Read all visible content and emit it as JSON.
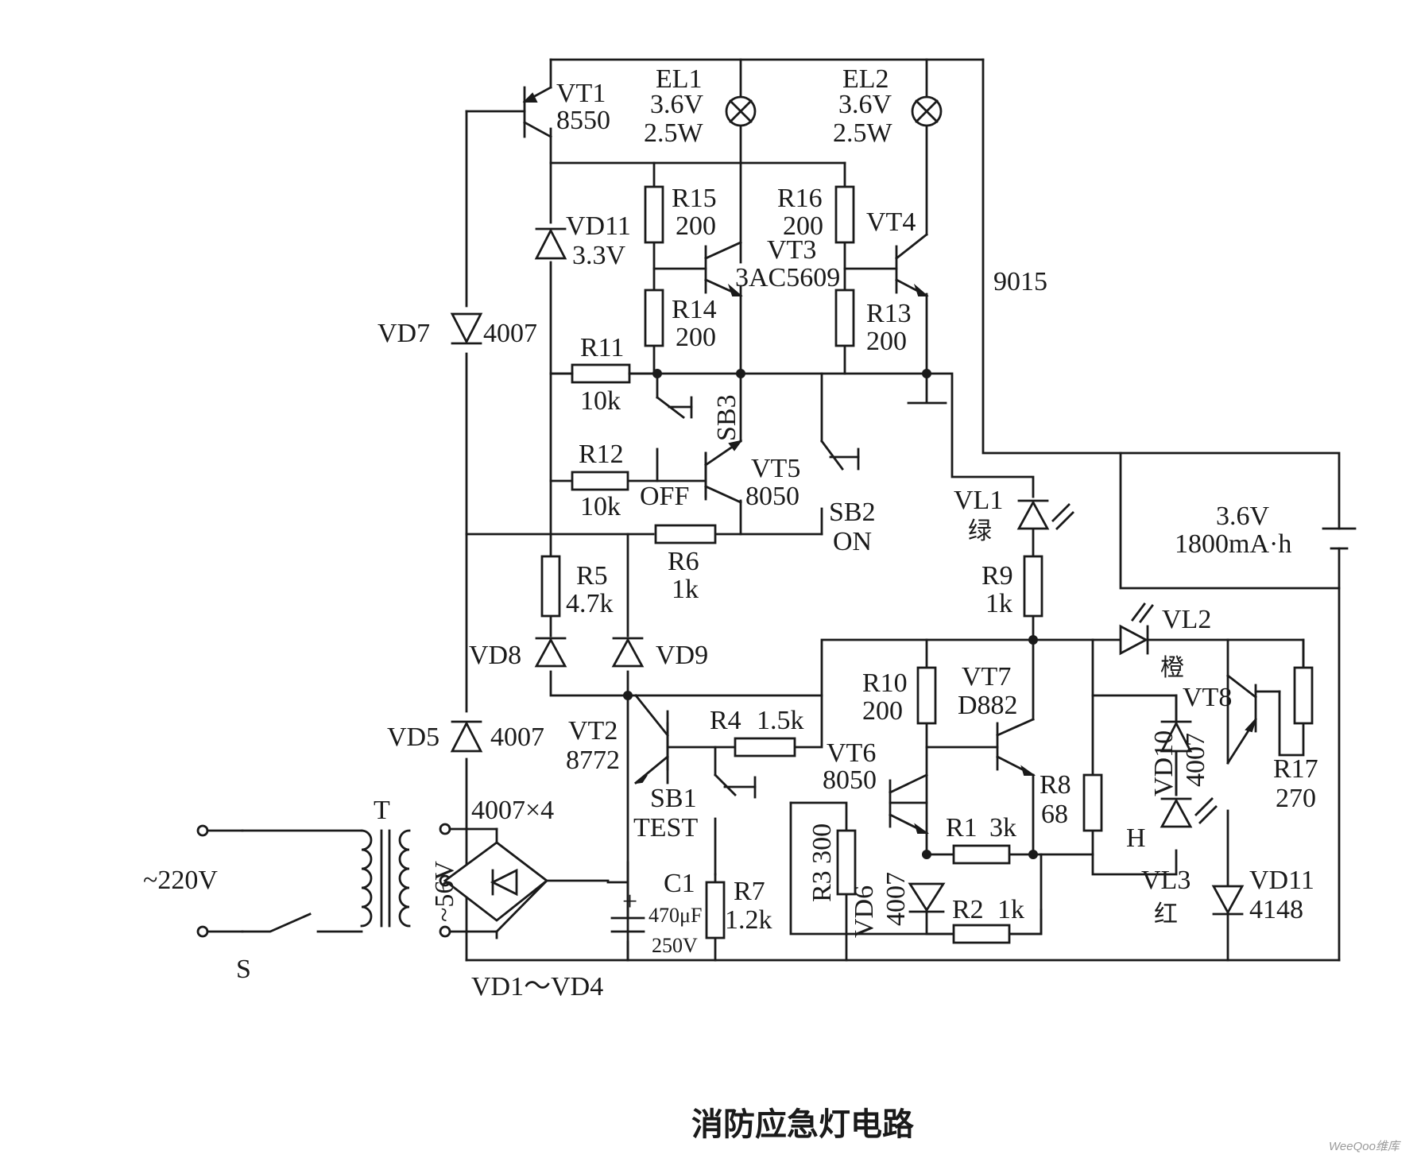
{
  "title": "消防应急灯电路",
  "watermark": "WeeQoo维库",
  "colors": {
    "ink": "#1a1a1a",
    "paper": "#ffffff"
  },
  "labels": {
    "vt1": {
      "name": "VT1",
      "part": "8550"
    },
    "el1": {
      "name": "EL1",
      "v": "3.6V",
      "p": "2.5W"
    },
    "el2": {
      "name": "EL2",
      "v": "3.6V",
      "p": "2.5W"
    },
    "vd11a": {
      "name": "VD11",
      "v": "3.3V"
    },
    "r15": {
      "name": "R15",
      "val": "200"
    },
    "r16": {
      "name": "R16",
      "val": "200"
    },
    "vt4": {
      "name": "VT4"
    },
    "vt3": {
      "name": "VT3",
      "part": "3AC5609"
    },
    "p9015": "9015",
    "r14": {
      "name": "R14",
      "val": "200"
    },
    "r13": {
      "name": "R13",
      "val": "200"
    },
    "vd7": {
      "name": "VD7",
      "part": "4007"
    },
    "r11": {
      "name": "R11",
      "val": "10k"
    },
    "sb3": {
      "name": "SB3"
    },
    "r12": {
      "name": "R12",
      "val": "10k"
    },
    "off": "OFF",
    "vt5": {
      "name": "VT5",
      "part": "8050"
    },
    "sb2": {
      "name": "SB2",
      "state": "ON"
    },
    "vl1": {
      "name": "VL1",
      "color": "绿"
    },
    "batt": {
      "v": "3.6V",
      "cap": "1800mA·h"
    },
    "r6": {
      "name": "R6",
      "val": "1k"
    },
    "r5": {
      "name": "R5",
      "val": "4.7k"
    },
    "r9": {
      "name": "R9",
      "val": "1k"
    },
    "vl2": {
      "name": "VL2",
      "color": "橙"
    },
    "vd8": {
      "name": "VD8"
    },
    "vd9": {
      "name": "VD9"
    },
    "r10": {
      "name": "R10",
      "val": "200"
    },
    "vt7": {
      "name": "VT7",
      "part": "D882"
    },
    "vt8": {
      "name": "VT8"
    },
    "vd10": {
      "name": "VD10",
      "part": "4007"
    },
    "vd5": {
      "name": "VD5",
      "part": "4007"
    },
    "r4": {
      "name": "R4",
      "val": "1.5k"
    },
    "vt2": {
      "name": "VT2",
      "part": "8772"
    },
    "vt6": {
      "name": "VT6",
      "part": "8050"
    },
    "r8": {
      "name": "R8",
      "val": "68"
    },
    "r17": {
      "name": "R17",
      "val": "270"
    },
    "sb1": {
      "name": "SB1",
      "mode": "TEST"
    },
    "t": "T",
    "bridge": "4007×4",
    "r3": "R3 300",
    "r1": {
      "name": "R1",
      "val": "3k"
    },
    "h": "H",
    "ac": "~220V",
    "sec": "~56V",
    "c1": {
      "name": "C1",
      "val": "470μF",
      "v": "250V"
    },
    "r7": {
      "name": "R7",
      "val": "1.2k"
    },
    "vd6": {
      "name": "VD6",
      "part": "4007"
    },
    "r2": {
      "name": "R2",
      "val": "1k"
    },
    "vl3": {
      "name": "VL3",
      "color": "红"
    },
    "vd11b": {
      "name": "VD11",
      "part": "4148"
    },
    "s": "S",
    "vd14": "VD1～VD4"
  }
}
